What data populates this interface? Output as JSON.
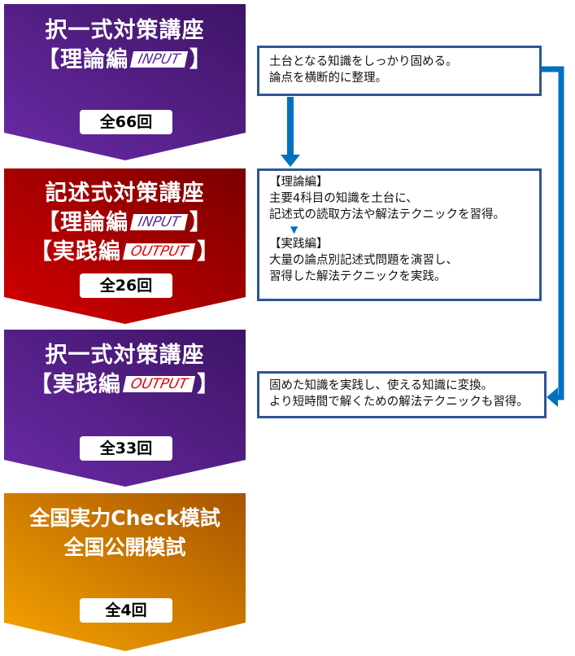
{
  "stages": [
    {
      "title": "択一式対策講座",
      "lines": [
        {
          "label": "【理論編",
          "tag": "INPUT",
          "close": "】"
        }
      ],
      "count": "全66回",
      "color_start": "#6A2AA6",
      "color_end": "#3E1466"
    },
    {
      "title": "記述式対策講座",
      "lines": [
        {
          "label": "【理論編",
          "tag": "INPUT",
          "close": "】"
        },
        {
          "label": "【実践編",
          "tag": "OUTPUT",
          "close": "】"
        }
      ],
      "count": "全26回",
      "color_start": "#D40000",
      "color_end": "#7A0000"
    },
    {
      "title": "択一式対策講座",
      "lines": [
        {
          "label": "【実践編",
          "tag": "OUTPUT",
          "close": "】"
        }
      ],
      "count": "全33回",
      "color_start": "#6A2AA6",
      "color_end": "#3E1466"
    },
    {
      "title": "全国実力Check模試",
      "title2": "全国公開模試",
      "count": "全4回",
      "color_start": "#F5A000",
      "color_end": "#B05A00"
    }
  ],
  "notes": {
    "box1": [
      "土台となる知識をしっかり固める。",
      "論点を横断的に整理。"
    ],
    "box2": {
      "h1": "【理論編】",
      "l1": "主要4科目の知識を土台に、",
      "l2": "記述式の読取方法や解法テクニックを習得。",
      "arrow": "▼",
      "h2": "【実践編】",
      "l3": "大量の論点別記述式問題を演習し、",
      "l4": "習得した解法テクニックを実践。"
    },
    "box3": [
      "固めた知識を実践し、使える知識に変換。",
      "より短時間で解くための解法テクニックも習得。"
    ]
  },
  "colors": {
    "arrow": "#0070C0",
    "box_border": "#2F5597"
  }
}
